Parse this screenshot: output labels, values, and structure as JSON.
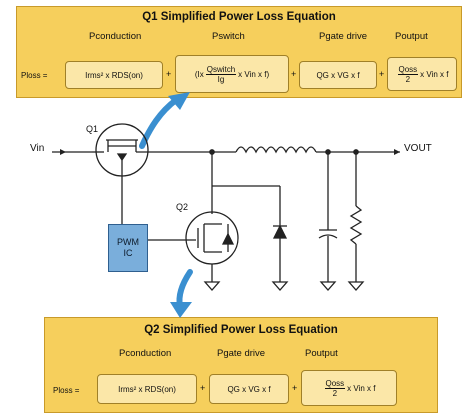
{
  "q1_box": {
    "title": "Q1 Simplified Power Loss Equation",
    "head_conduction": "Pconduction",
    "head_switch": "Pswitch",
    "head_gate": "Pgate drive",
    "head_output": "Poutput",
    "lhs": "Ploss =",
    "cond_term": "Irms² x RDS(on)",
    "switch_prefix": "(Ix",
    "switch_num": "Qswitch",
    "switch_den": "Ig",
    "switch_suffix": "x Vin x f)",
    "gate_term": "QG x VG x f",
    "out_num": "Qoss",
    "out_den": "2",
    "out_suffix": "x Vin x f",
    "plus": "+"
  },
  "q2_box": {
    "title": "Q2 Simplified Power Loss Equation",
    "head_conduction": "Pconduction",
    "head_gate": "Pgate drive",
    "head_output": "Poutput",
    "lhs": "Ploss =",
    "cond_term": "Irms² x RDS(on)",
    "gate_term": "QG x VG x f",
    "out_num": "Qoss",
    "out_den": "2",
    "out_suffix": "x Vin x f",
    "plus": "+"
  },
  "circuit": {
    "vin_label": "Vin",
    "vout_label": "VOUT",
    "q1_label": "Q1",
    "q2_label": "Q2",
    "pwm_line1": "PWM",
    "pwm_line2": "IC"
  },
  "colors": {
    "box_fill": "#f6cf5c",
    "term_fill": "#fbe7a8",
    "pwm_fill": "#7aaedb",
    "arrow": "#3a8fd0"
  }
}
